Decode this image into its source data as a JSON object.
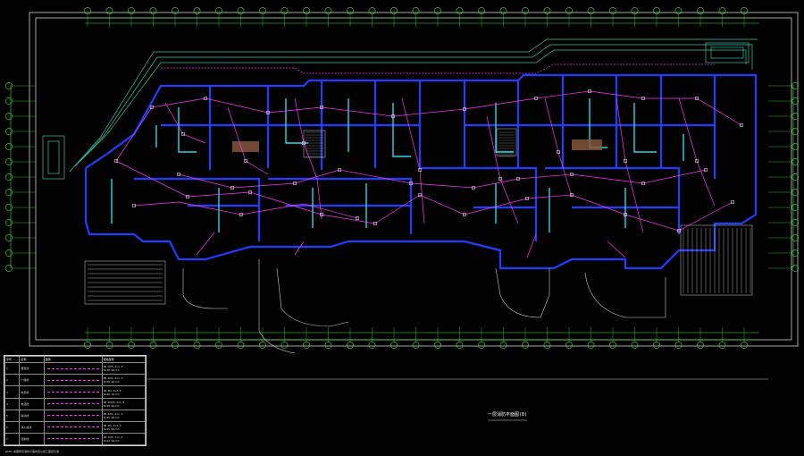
{
  "drawing": {
    "colors": {
      "background": "#000000",
      "wall_blue": "#1f3fff",
      "column_cyan": "#29d6e8",
      "wiring_magenta": "#ff33ff",
      "grid_green": "#39e62e",
      "border_white": "#cfcfcf",
      "hatch_brown": "#8a5a3c",
      "teal_outline": "#35c7a6"
    },
    "title": "一层消防平面图(B)",
    "footer_note": "NOTE:本图所有消防平面布置以施工图纸为准"
  },
  "legend": {
    "headers": [
      "序号",
      "名称",
      "图例",
      "规格型号"
    ],
    "rows": [
      {
        "no": "1",
        "name": "报警线",
        "spec_a": "ZR-RVS-2×1.5",
        "spec_b": "SC20 WC/CC"
      },
      {
        "no": "2",
        "name": "广播线",
        "spec_a": "ZR-RVS-2×1.5",
        "spec_b": "SC20 WC/CC"
      },
      {
        "no": "3",
        "name": "电源线",
        "spec_a": "ZR-BV-2×2.5",
        "spec_b": "SC20 WC/CC"
      },
      {
        "no": "4",
        "name": "电话线",
        "spec_a": "ZR-RVVP-2×1.0",
        "spec_b": "SC20 WC/CC"
      },
      {
        "no": "5",
        "name": "联动线",
        "spec_a": "ZR-KVV-4×1.5",
        "spec_b": "SC25 WC/CC"
      },
      {
        "no": "6",
        "name": "消火栓线",
        "spec_a": "ZR-BV-4×2.5",
        "spec_b": "SC25 WC/CC"
      },
      {
        "no": "7",
        "name": "控制线",
        "spec_a": "ZR-KVV-7×1.5",
        "spec_b": "SC32 WC/CC"
      }
    ]
  }
}
